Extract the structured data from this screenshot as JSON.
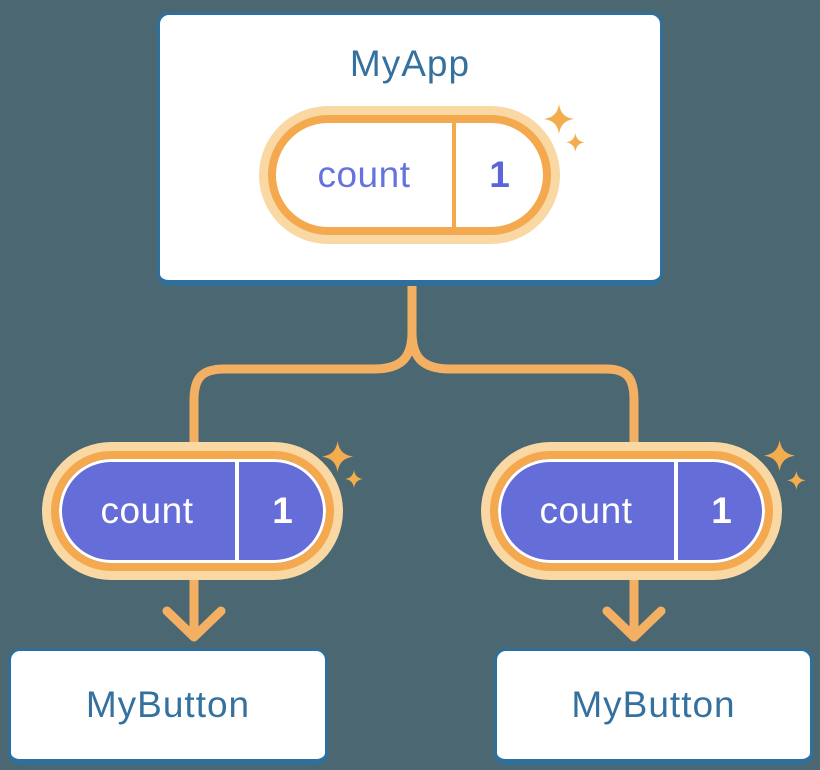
{
  "palette": {
    "bg": "#4B6772",
    "cardBg": "#FFFFFF",
    "cardBorder": "#2E6F9C",
    "title": "#35719F",
    "purpleFill": "#656ED8",
    "purpleText": "#6673DE",
    "purpleValue": "#5B64D8",
    "ring": "#F5A94F",
    "glow": "#FAD8A4",
    "connector": "#F4B062",
    "sparkle": "#F3AD4E"
  },
  "diagram": {
    "root": {
      "title": "MyApp",
      "state_pill": {
        "label": "count",
        "value": "1"
      }
    },
    "children": [
      {
        "card_title": "MyButton",
        "pill": {
          "label": "count",
          "value": "1"
        }
      },
      {
        "card_title": "MyButton",
        "pill": {
          "label": "count",
          "value": "1"
        }
      }
    ]
  }
}
